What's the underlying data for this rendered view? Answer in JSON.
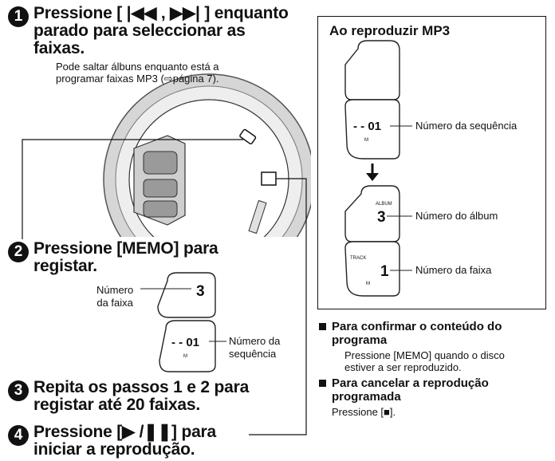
{
  "steps": [
    {
      "number": "1",
      "title": "Pressione [ |◀◀ , ▶▶| ] enquanto\nparado para seleccionar as\nfaixas.",
      "note": "Pode saltar álbuns enquanto está a\nprogramar faixas MP3 (⇨página 7)."
    },
    {
      "number": "2",
      "title": "Pressione [MEMO] para\nregistar."
    },
    {
      "number": "3",
      "title": "Repita os passos 1 e 2 para\nregistar até 20 faixas."
    },
    {
      "number": "4",
      "title": "Pressione [▶ /❚❚] para\niniciar a reprodução."
    }
  ],
  "display_step2": {
    "track_label": "Número\nda faixa",
    "track_value": "3",
    "sequence_label": "Número da\nsequência",
    "sequence_value": "- - 01",
    "memory_mark": "M"
  },
  "mp3_panel": {
    "title": "Ao reproduzir MP3",
    "sequence_value": "- - 01",
    "sequence_label": "Número da sequência",
    "memory_mark": "M",
    "album_small": "ALBUM",
    "album_value": "3",
    "album_label": "Número do álbum",
    "track_small": "TRACK",
    "track_value": "1",
    "track_label": "Número da faixa"
  },
  "bullets": [
    {
      "heading": "Para confirmar o conteúdo do\nprograma",
      "text": "Pressione [MEMO] quando o disco\nestiver a ser reproduzido."
    },
    {
      "heading": "Para cancelar a reprodução\nprogramada",
      "text": "Pressione [■]."
    }
  ]
}
